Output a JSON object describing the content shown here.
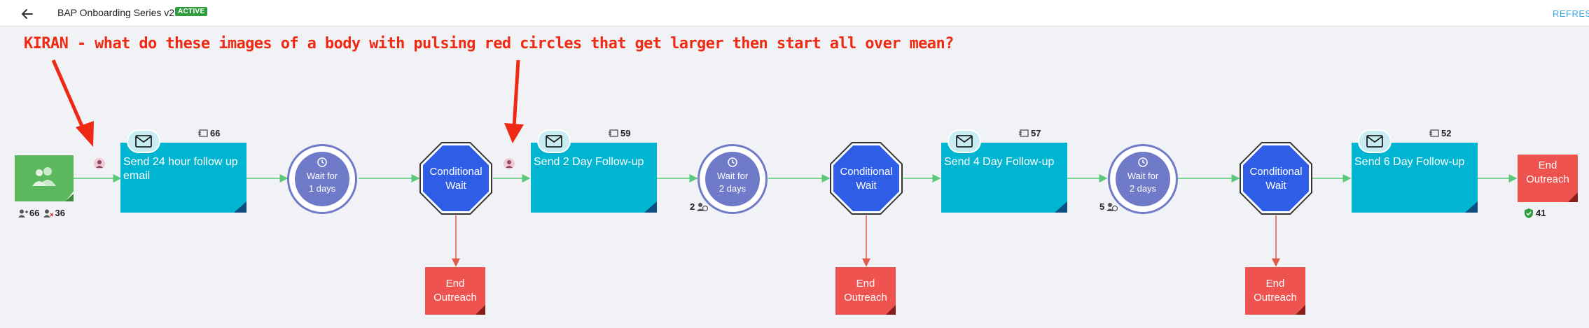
{
  "header": {
    "title": "BAP Onboarding Series v2",
    "status_badge": "ACTIVE",
    "refresh_label": "REFRESH"
  },
  "annotation": {
    "text": "KIRAN - what do these images of a body with pulsing red circles that get larger then start all over mean?",
    "color": "#ee2a15"
  },
  "start": {
    "enrolled_count": "66",
    "removed_count": "36",
    "icon": "people-icon",
    "color": "#5cb85c"
  },
  "emails": [
    {
      "label": "Send 24 hour follow up email",
      "sent_count": "66"
    },
    {
      "label": "Send 2 Day Follow-up",
      "sent_count": "59"
    },
    {
      "label": "Send 4 Day Follow-up",
      "sent_count": "57"
    },
    {
      "label": "Send 6 Day Follow-up",
      "sent_count": "52"
    }
  ],
  "waits": [
    {
      "line1": "Wait for",
      "line2": "1 days",
      "waiting_count": ""
    },
    {
      "line1": "Wait for",
      "line2": "2 days",
      "waiting_count": "2"
    },
    {
      "line1": "Wait for",
      "line2": "2 days",
      "waiting_count": "5"
    }
  ],
  "conditionals": [
    {
      "line1": "Conditional",
      "line2": "Wait"
    },
    {
      "line1": "Conditional",
      "line2": "Wait"
    },
    {
      "line1": "Conditional",
      "line2": "Wait"
    }
  ],
  "branch_ends": [
    {
      "line1": "End",
      "line2": "Outreach"
    },
    {
      "line1": "End",
      "line2": "Outreach"
    },
    {
      "line1": "End",
      "line2": "Outreach"
    }
  ],
  "final_end": {
    "line1": "End",
    "line2": "Outreach",
    "completed_count": "41"
  },
  "colors": {
    "email": "#00b5d1",
    "wait": "#6f7ac9",
    "conditional": "#2f5de5",
    "end": "#ef5350",
    "connector_green": "#5cc97a",
    "connector_red": "#e05a4a"
  }
}
